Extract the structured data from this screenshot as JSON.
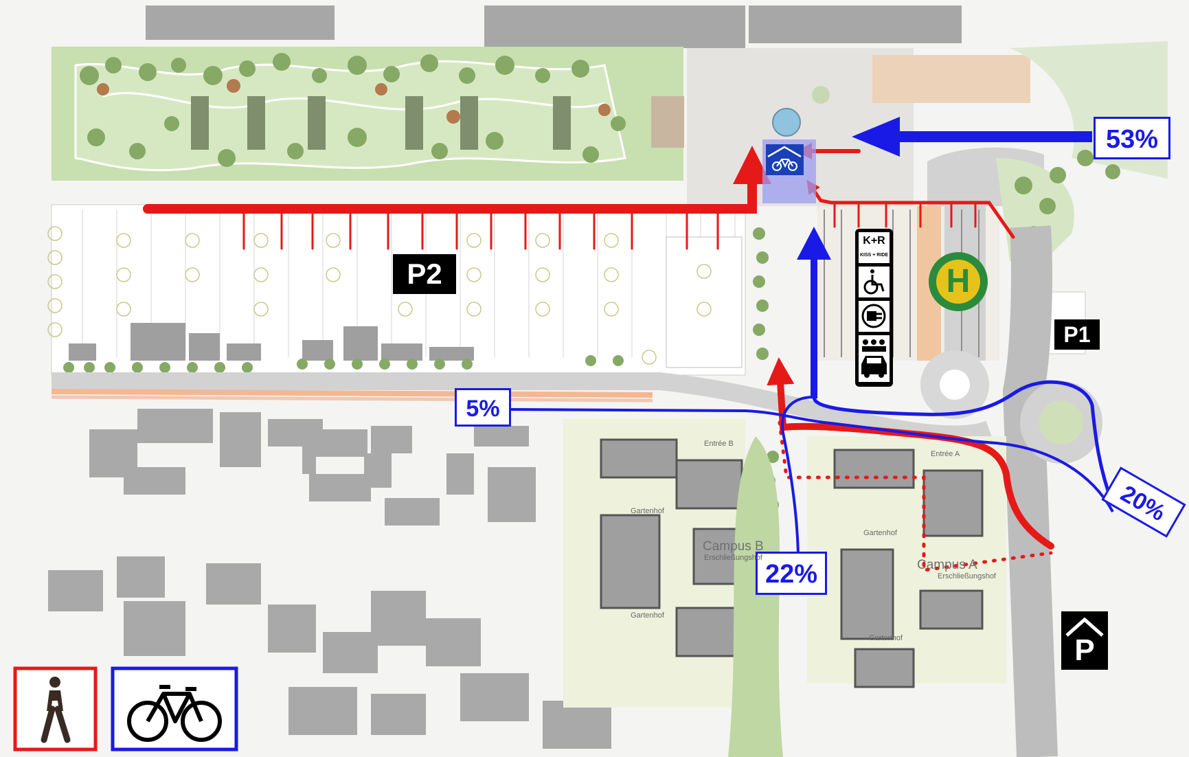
{
  "colors": {
    "walk": "#e61919",
    "bike": "#1a1ae6",
    "park_green": "#c8dfb0",
    "tree_green": "#7ea45a",
    "building": "#9e9e9e",
    "road": "#b8b8b8"
  },
  "shares": {
    "north_east": "53%",
    "west": "5%",
    "south_east": "20%",
    "south": "22%"
  },
  "parking": {
    "p2": "P2",
    "p1": "P1"
  },
  "campus": {
    "b": "Campus B",
    "a": "Campus A"
  },
  "small_labels": {
    "entree_b": "Entrée B",
    "entree_a": "Entrée A",
    "gartenhof_1": "Gartenhof",
    "gartenhof_2": "Gartenhof",
    "gartenhof_3": "Gartenhof",
    "gartenhof_4": "Gartenhof",
    "erschliessung_1": "Erschließungshof",
    "erschliessung_2": "Erschließungshof"
  },
  "icons": {
    "bike_parking": "bike-parking-icon",
    "kiss_ride": "kiss-and-ride-icon",
    "kiss_ride_top": "K+R",
    "kiss_ride_sub": "KISS + RIDE",
    "wheelchair": "wheelchair-icon",
    "ev_charging": "ev-charging-icon",
    "carsharing": "carsharing-icon",
    "bus_stop": "bus-stop-icon",
    "bus_stop_letter": "H",
    "parking_garage": "parking-garage-icon",
    "parking_garage_letter": "P",
    "pedestrian": "pedestrian-icon",
    "bicycle": "bicycle-icon"
  }
}
